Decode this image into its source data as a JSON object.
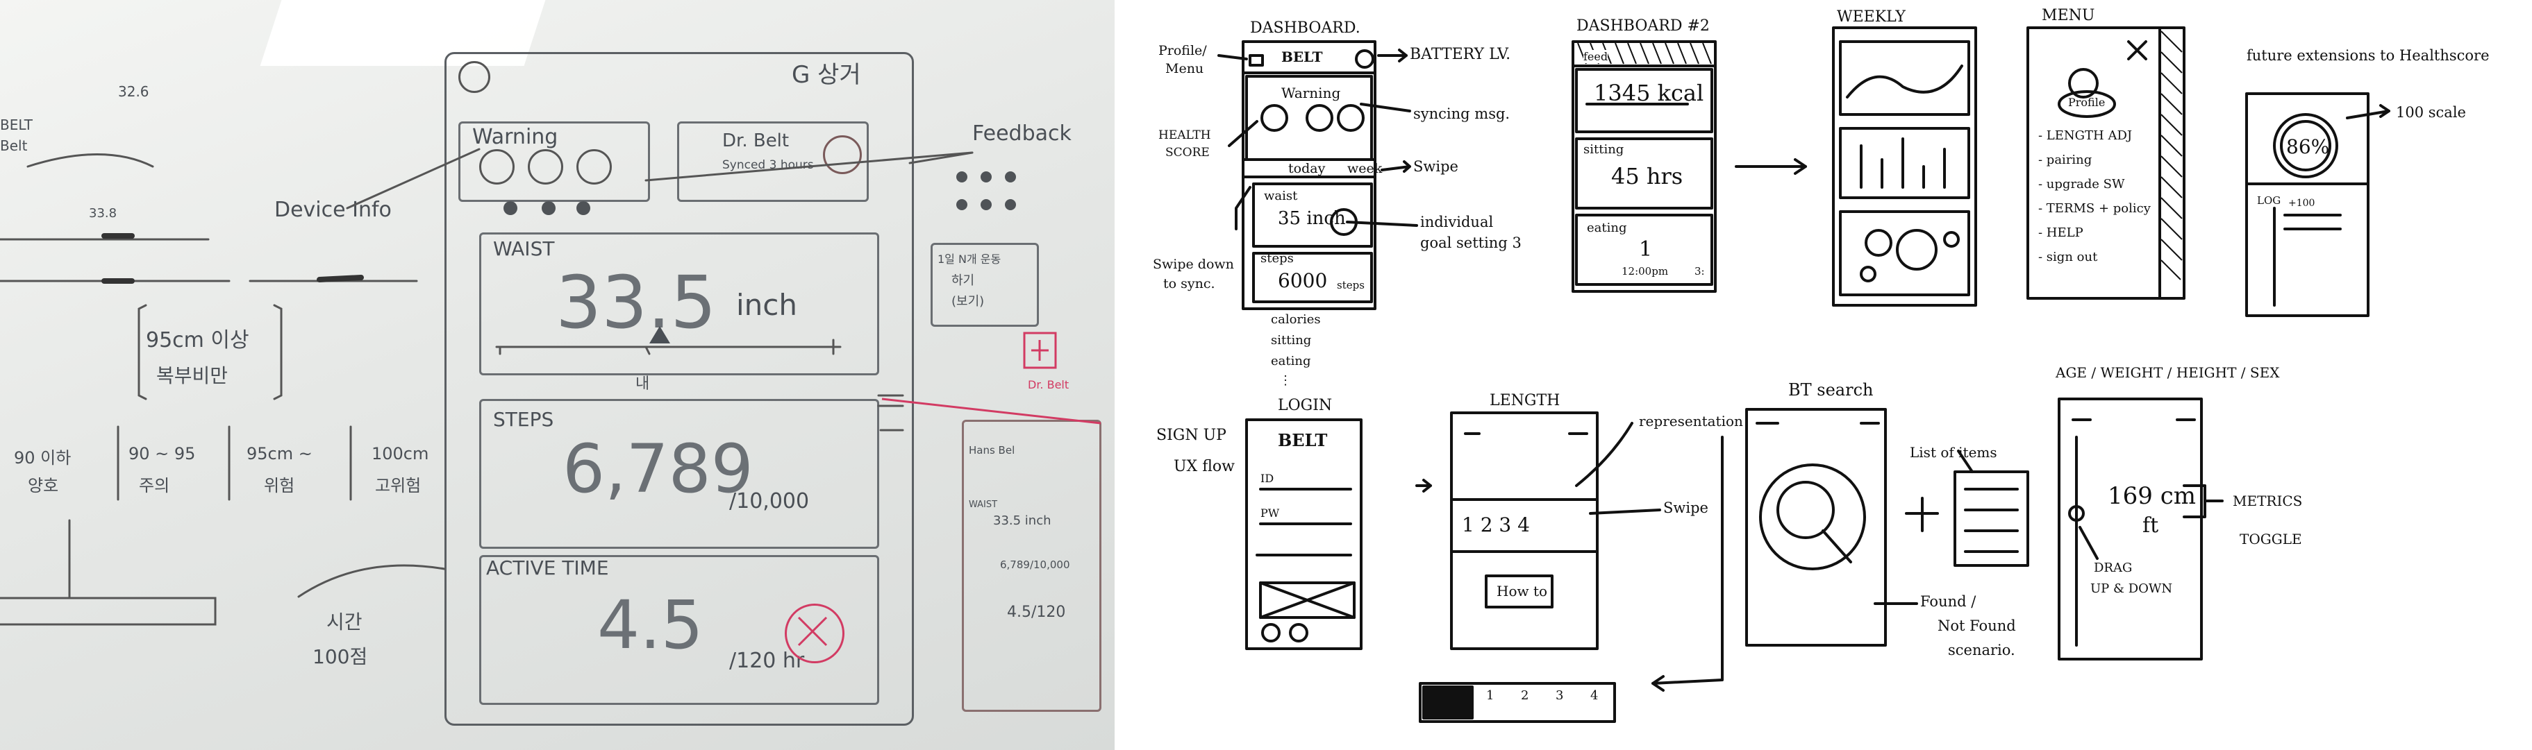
{
  "whiteboard": {
    "top_right": "G 상거",
    "warning": "Warning",
    "dr_belt": "Dr. Belt",
    "dr_belt_sub": "Synced 3 hours",
    "feedback": "Feedback",
    "device_info": "Device Info",
    "measure_top": "32.6",
    "measure_small": "33.8",
    "left_labels": [
      "BELT",
      "Belt"
    ],
    "waist_label": "WAIST",
    "waist_value": "33.5",
    "waist_unit": "inch",
    "steps_label": "STEPS",
    "steps_value": "6,789",
    "steps_goal": "/10,000",
    "active_label": "ACTIVE TIME",
    "active_value": "4.5",
    "active_goal": "/120 hr",
    "slider_mark": "내",
    "range_text": [
      "95cm 이상",
      "복부비만"
    ],
    "scale": [
      "90 이하",
      "양호",
      "90 ~ 95",
      "주의",
      "95cm ~",
      "위험",
      "100cm",
      "고위험"
    ],
    "bottom_left": [
      "시간",
      "100점"
    ],
    "side_note": [
      "1일 N개 운동",
      "하기",
      "(보기)"
    ],
    "mini_phone": [
      "Hans Bel",
      "WAIST",
      "33.5 inch",
      "6,789/10,000",
      "4.5/120"
    ],
    "dr_belt_red": "Dr. Belt"
  },
  "sketch": {
    "row1": {
      "dashboard": "DASHBOARD.",
      "belt": "BELT",
      "profile_menu": [
        "Profile/",
        "Menu"
      ],
      "battery": "BATTERY LV.",
      "warning": "Warning",
      "syncing": "syncing msg.",
      "health_score": [
        "HEALTH",
        "SCORE"
      ],
      "today": "today",
      "week": "week",
      "swipe": "Swipe",
      "waist": "waist",
      "waist_value": "35 inch",
      "individual": [
        "individual",
        "goal setting 3"
      ],
      "swipe_down": [
        "Swipe down",
        "to sync."
      ],
      "steps": "steps",
      "steps_value": "6000",
      "steps_unit": "steps",
      "more_list": [
        "calories",
        "sitting",
        "eating",
        "⋮"
      ],
      "dashboard2": "DASHBOARD #2",
      "feed": "feed",
      "kcal": "1345 kcal",
      "sitting": "sitting",
      "sitting_value": "45 hrs",
      "eating": "eating",
      "eating_value": "1",
      "eating_time": "12:00pm",
      "eating_end": "3:",
      "weekly": "WEEKLY",
      "menu": "MENU",
      "profile": "Profile",
      "menu_items": [
        "- LENGTH ADJ",
        "- pairing",
        "- upgrade SW",
        "- TERMS + policy",
        "- HELP",
        "- sign out"
      ],
      "future": "future extensions to Healthscore",
      "score": "86%",
      "scale100": "100 scale",
      "log": "LOG",
      "log_plus": "+100"
    },
    "row2": {
      "signup": [
        "SIGN UP",
        "UX flow"
      ],
      "login": "LOGIN",
      "belt": "BELT",
      "id": "ID",
      "pw": "PW",
      "length": "LENGTH",
      "numbers": "1  2  3  4",
      "swipe": "Swipe",
      "representation": "representation",
      "howto": "How to",
      "bt_search": "BT search",
      "list_items": "List of items",
      "found": [
        "Found /",
        "Not Found",
        "scenario."
      ],
      "age": "AGE / WEIGHT / HEIGHT / SEX",
      "height_value": "169 cm",
      "ft": "ft",
      "metrics": [
        "METRICS",
        "TOGGLE"
      ],
      "drag": [
        "DRAG",
        "UP & DOWN"
      ],
      "strip": [
        "1",
        "2",
        "3",
        "4"
      ]
    }
  }
}
